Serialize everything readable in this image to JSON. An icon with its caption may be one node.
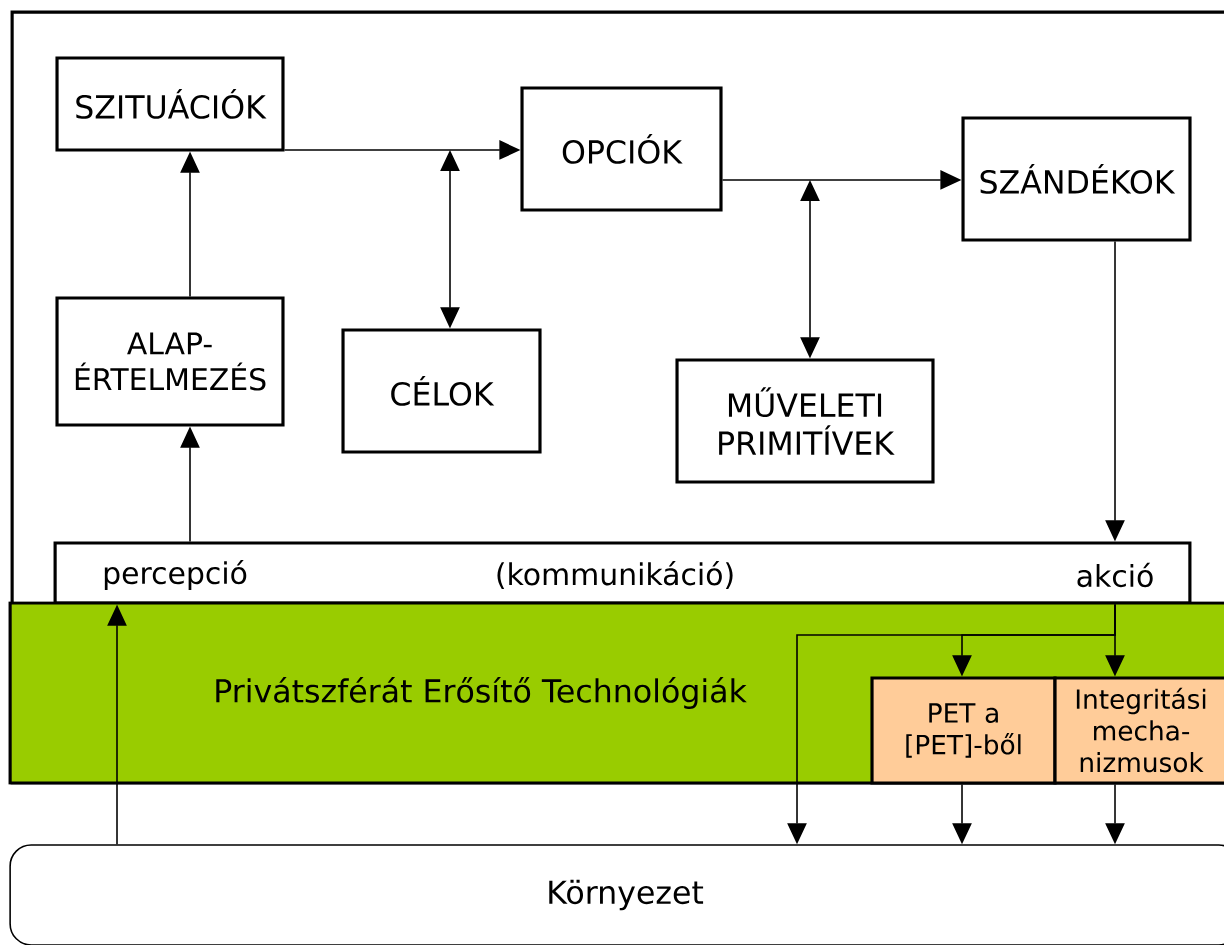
{
  "diagram": {
    "nodes": [
      {
        "text": [],
        "shape": "box"
      },
      {
        "text": [
          "SZITUÁCIÓK"
        ],
        "in": 0
      },
      {
        "text": [
          "OPCIÓK"
        ],
        "in": 0
      },
      {
        "text": [
          "SZÁNDÉKOK"
        ],
        "in": 0
      },
      {
        "text": [
          "ALAP- ÉRTELMEZÉS"
        ],
        "in": 0
      },
      {
        "text": [
          "CÉLOK"
        ],
        "in": 0
      },
      {
        "text": [
          "MŰVELETI PRIMITÍVEK"
        ],
        "in": 0
      },
      {
        "text": [
          "percepció",
          "(kommunikáció)",
          "akció"
        ],
        "in": 0
      },
      {
        "text": [
          "Privátszférát Erősítő Technológiák"
        ],
        "in": 0
      },
      {
        "text": [
          "PET a [PET]-ből"
        ],
        "in": 8
      },
      {
        "text": [
          "Integritási mecha- nizmusok"
        ],
        "in": 8
      },
      {
        "text": [
          "Környezet"
        ]
      }
    ],
    "edges": [
      {
        "from": 1,
        "to": 2,
        "arrow": "to"
      },
      {
        "from": 5,
        "to": null,
        "arrow": "both"
      },
      {
        "from": 2,
        "to": 3,
        "arrow": "to"
      },
      {
        "from": 6,
        "to": null,
        "arrow": "both"
      },
      {
        "from": 4,
        "to": 1,
        "arrow": "to"
      },
      {
        "from": 7,
        "to": 4,
        "arrow": "to"
      },
      {
        "from": 3,
        "to": 7,
        "arrow": "to"
      },
      {
        "from": 11,
        "to": 7,
        "arrow": "to"
      },
      {
        "from": 7,
        "to": 9,
        "arrow": "to"
      },
      {
        "from": 7,
        "to": 10,
        "arrow": "to"
      },
      {
        "from": 7,
        "to": 11,
        "arrow": "to"
      },
      {
        "from": 9,
        "to": 11,
        "arrow": "to"
      },
      {
        "from": 10,
        "to": 11,
        "arrow": "to"
      }
    ]
  }
}
